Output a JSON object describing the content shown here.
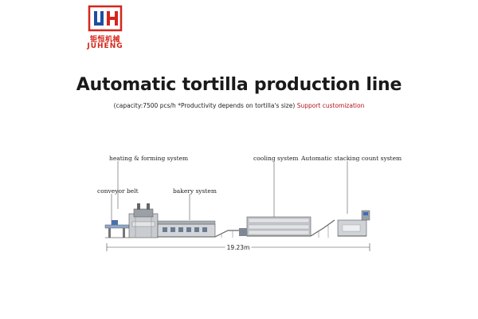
{
  "logo": {
    "monogram": "JH",
    "chinese_name": "钜恒机械",
    "brand": "JUHENG"
  },
  "title": "Automatic tortilla production line",
  "subtitle": {
    "capacity": "(capacity:7500 pcs/h",
    "note": "*Productivity depends on tortilla's size)",
    "highlight": "Support customization"
  },
  "callouts": {
    "heating_forming": "heating & forming system",
    "cooling": "cooling system",
    "stacking": "Automatic stacking count system",
    "conveyor": "conveyor belt",
    "bakery": "bakery system"
  },
  "dimension": {
    "total_length": "19.23m"
  },
  "colors": {
    "brand_red": "#d4261b",
    "brand_blue": "#1d4fa0",
    "accent_red": "#b3141b"
  }
}
